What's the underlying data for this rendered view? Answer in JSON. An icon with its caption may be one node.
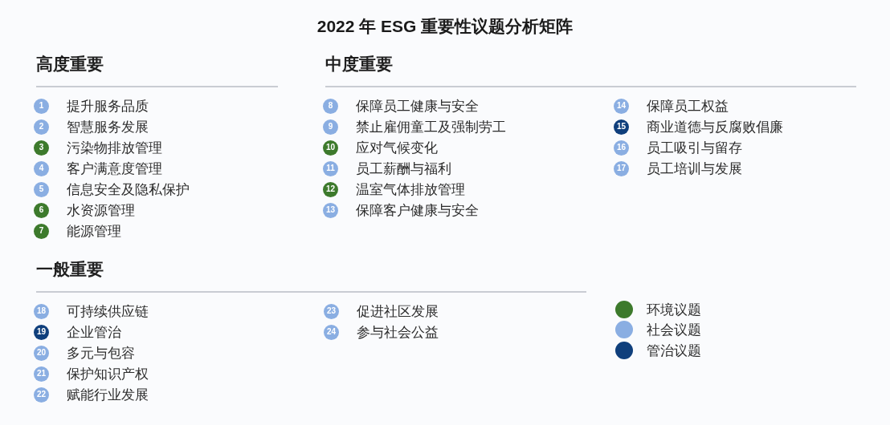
{
  "diagram": {
    "title": "2022 年 ESG 重要性议题分析矩阵",
    "nodes": [
      {
        "text": [
          "1"
        ],
        "beside": [
          "提升服务品质"
        ]
      },
      {
        "text": [
          "2"
        ],
        "beside": [
          "智慧服务发展"
        ]
      },
      {
        "text": [
          "3"
        ],
        "beside": [
          "污染物排放管理"
        ]
      },
      {
        "text": [
          "4"
        ],
        "beside": [
          "客户满意度管理"
        ]
      },
      {
        "text": [
          "5"
        ],
        "beside": [
          "信息安全及隐私保护"
        ]
      },
      {
        "text": [
          "6"
        ],
        "beside": [
          "水资源管理"
        ]
      },
      {
        "text": [
          "7"
        ],
        "beside": [
          "能源管理"
        ]
      },
      {
        "text": [
          "8"
        ],
        "beside": [
          "保障员工健康与安全"
        ]
      },
      {
        "text": [
          "9"
        ],
        "beside": [
          "禁止雇佣童工及强制劳工"
        ]
      },
      {
        "text": [
          "10"
        ],
        "beside": [
          "应对气候变化"
        ]
      },
      {
        "text": [
          "11"
        ],
        "beside": [
          "员工薪酬与福利"
        ]
      },
      {
        "text": [
          "12"
        ],
        "beside": [
          "温室气体排放管理"
        ]
      },
      {
        "text": [
          "13"
        ],
        "beside": [
          "保障客户健康与安全"
        ]
      },
      {
        "text": [
          "14"
        ],
        "beside": [
          "保障员工权益"
        ]
      },
      {
        "text": [
          "15"
        ],
        "beside": [
          "商业道德与反腐败倡廉"
        ]
      },
      {
        "text": [
          "16"
        ],
        "beside": [
          "员工吸引与留存"
        ]
      },
      {
        "text": [
          "17"
        ],
        "beside": [
          "员工培训与发展"
        ]
      },
      {
        "text": [
          "18"
        ],
        "beside": [
          "可持续供应链"
        ]
      },
      {
        "text": [
          "19"
        ],
        "beside": [
          "企业管治"
        ]
      },
      {
        "text": [
          "20"
        ],
        "beside": [
          "多元与包容"
        ]
      },
      {
        "text": [
          "21"
        ],
        "beside": [
          "保护知识产权"
        ]
      },
      {
        "text": [
          "22"
        ],
        "beside": [
          "赋能行业发展"
        ]
      },
      {
        "text": [
          "23"
        ],
        "beside": [
          "促进社区发展"
        ]
      },
      {
        "text": [
          "24"
        ],
        "beside": [
          "参与社会公益"
        ]
      }
    ],
    "labels": [
      "高度重要",
      "中度重要",
      "一般重要"
    ],
    "legend": [
      {
        "text": "环境议题",
        "color": "#3d7a2c"
      },
      {
        "text": "社会议题",
        "color": "#8aaee2"
      },
      {
        "text": "管治议题",
        "color": "#0f3f7c"
      }
    ]
  }
}
